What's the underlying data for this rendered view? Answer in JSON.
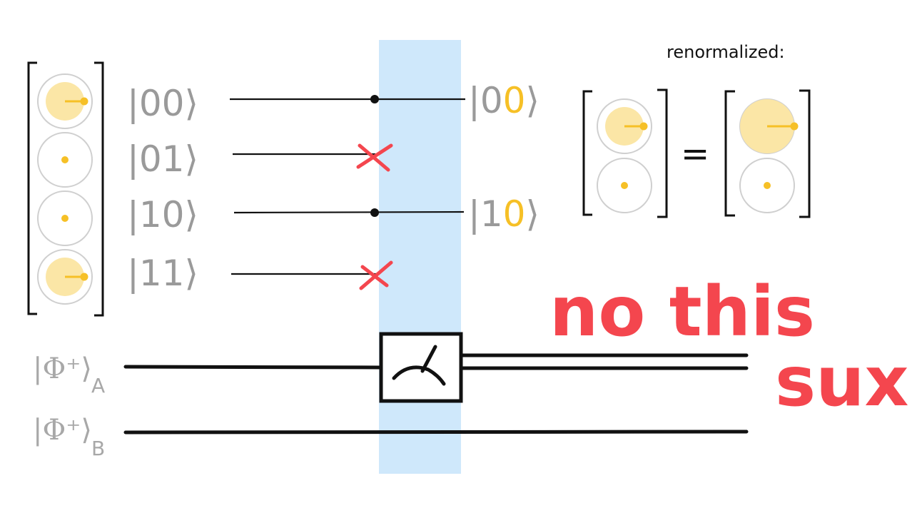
{
  "left_vector": {
    "amplitudes": [
      {
        "state": "00",
        "magnitude": 0.71,
        "phase_deg": 0
      },
      {
        "state": "01",
        "magnitude": 0,
        "phase_deg": 0
      },
      {
        "state": "10",
        "magnitude": 0,
        "phase_deg": 0
      },
      {
        "state": "11",
        "magnitude": 0.71,
        "phase_deg": 0
      }
    ]
  },
  "kets_left": [
    "|00⟩",
    "|01⟩",
    "|10⟩",
    "|11⟩"
  ],
  "kets_right": [
    {
      "prefix": "|0",
      "highlight": "0",
      "close": "⟩"
    },
    {
      "prefix": "|1",
      "highlight": "0",
      "close": "⟩"
    }
  ],
  "lines": [
    {
      "from": "00",
      "outcome": "kept"
    },
    {
      "from": "01",
      "outcome": "dropped"
    },
    {
      "from": "10",
      "outcome": "kept"
    },
    {
      "from": "11",
      "outcome": "dropped"
    }
  ],
  "renormalized": {
    "label": "renormalized:",
    "equals": "=",
    "before": [
      {
        "magnitude": 0.71,
        "phase_deg": 0
      },
      {
        "magnitude": 0,
        "phase_deg": 0
      }
    ],
    "after": [
      {
        "magnitude": 1,
        "phase_deg": 0
      },
      {
        "magnitude": 0,
        "phase_deg": 0
      }
    ]
  },
  "circuit": {
    "qubit_a": {
      "label": "|Φ⁺⟩",
      "subscript": "A"
    },
    "qubit_b": {
      "label": "|Φ⁺⟩",
      "subscript": "B"
    },
    "gate": "measurement"
  },
  "annotation": {
    "line1": "no this",
    "line2": "sux"
  },
  "colors": {
    "highlight_band": "#cfe8fb",
    "amplitude_fill": "#fbe6a6",
    "amplitude_dot": "#f6c026",
    "cross": "#f4464e",
    "scrawl": "#f4464e",
    "ket": "#9a9a9a"
  }
}
